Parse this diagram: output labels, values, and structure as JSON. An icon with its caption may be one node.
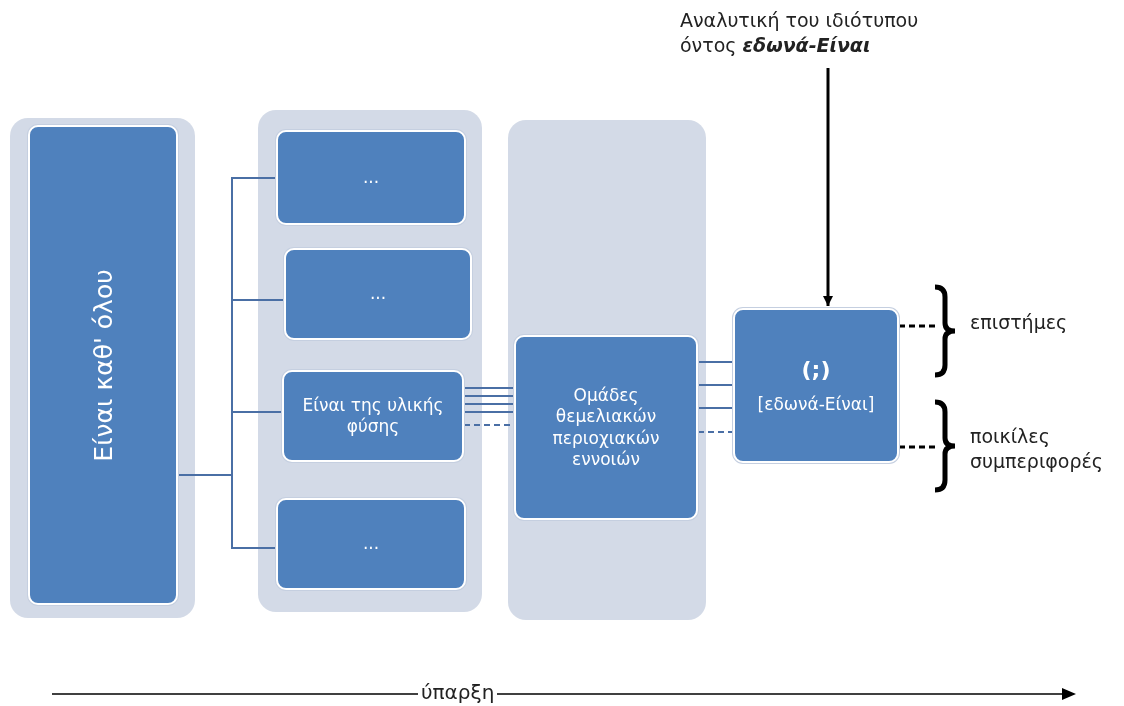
{
  "diagram": {
    "nodes": [
      {
        "text": [],
        "shape": "box"
      },
      {
        "text": [
          "Είναι καθ' όλου"
        ],
        "in": 0
      },
      {
        "text": [],
        "shape": "box"
      },
      {
        "text": [
          "..."
        ],
        "in": 2
      },
      {
        "text": [
          "..."
        ],
        "in": 2
      },
      {
        "text": [
          "Είναι της υλικής φύσης"
        ],
        "in": 2
      },
      {
        "text": [
          "..."
        ],
        "in": 2
      },
      {
        "text": [],
        "shape": "box"
      },
      {
        "text": [
          "Ομάδες θεμελιακών περιοχιακών εννοιών"
        ],
        "in": 7
      },
      {
        "text": [
          "(;)",
          "[εδωνά-Είναι]"
        ]
      },
      {
        "text": [
          "επιστήμες"
        ]
      },
      {
        "text": [
          "ποικίλες συμπεριφορές"
        ]
      },
      {
        "text": [
          "Αναλυτική του ιδιότυπου όντος **εδωνά-Είναι**"
        ]
      }
    ],
    "edges": [
      {
        "from": 1,
        "to": 3,
        "arrow": "none"
      },
      {
        "from": 1,
        "to": 4,
        "arrow": "none"
      },
      {
        "from": 1,
        "to": 5,
        "arrow": "none"
      },
      {
        "from": 1,
        "to": 6,
        "arrow": "none"
      },
      {
        "from": 5,
        "to": 8,
        "arrow": "none"
      },
      {
        "from": 5,
        "to": 8,
        "arrow": "none"
      },
      {
        "from": 5,
        "to": 8,
        "arrow": "none"
      },
      {
        "from": 5,
        "to": 8,
        "arrow": "none"
      },
      {
        "from": 5,
        "to": 8,
        "arrow": "none",
        "style": "dashed"
      },
      {
        "from": 8,
        "to": 9,
        "arrow": "none"
      },
      {
        "from": 8,
        "to": 9,
        "arrow": "none"
      },
      {
        "from": 8,
        "to": 9,
        "arrow": "none"
      },
      {
        "from": 8,
        "to": 9,
        "arrow": "none",
        "style": "dashed"
      },
      {
        "from": 9,
        "to": 10,
        "arrow": "none",
        "style": "dashed",
        "color": "#000000"
      },
      {
        "from": 9,
        "to": 11,
        "arrow": "none",
        "style": "dashed",
        "color": "#000000"
      },
      {
        "from": 12,
        "to": 9,
        "arrow": "to",
        "color": "#000000"
      }
    ],
    "labels": [
      "ύπαρξη"
    ]
  }
}
